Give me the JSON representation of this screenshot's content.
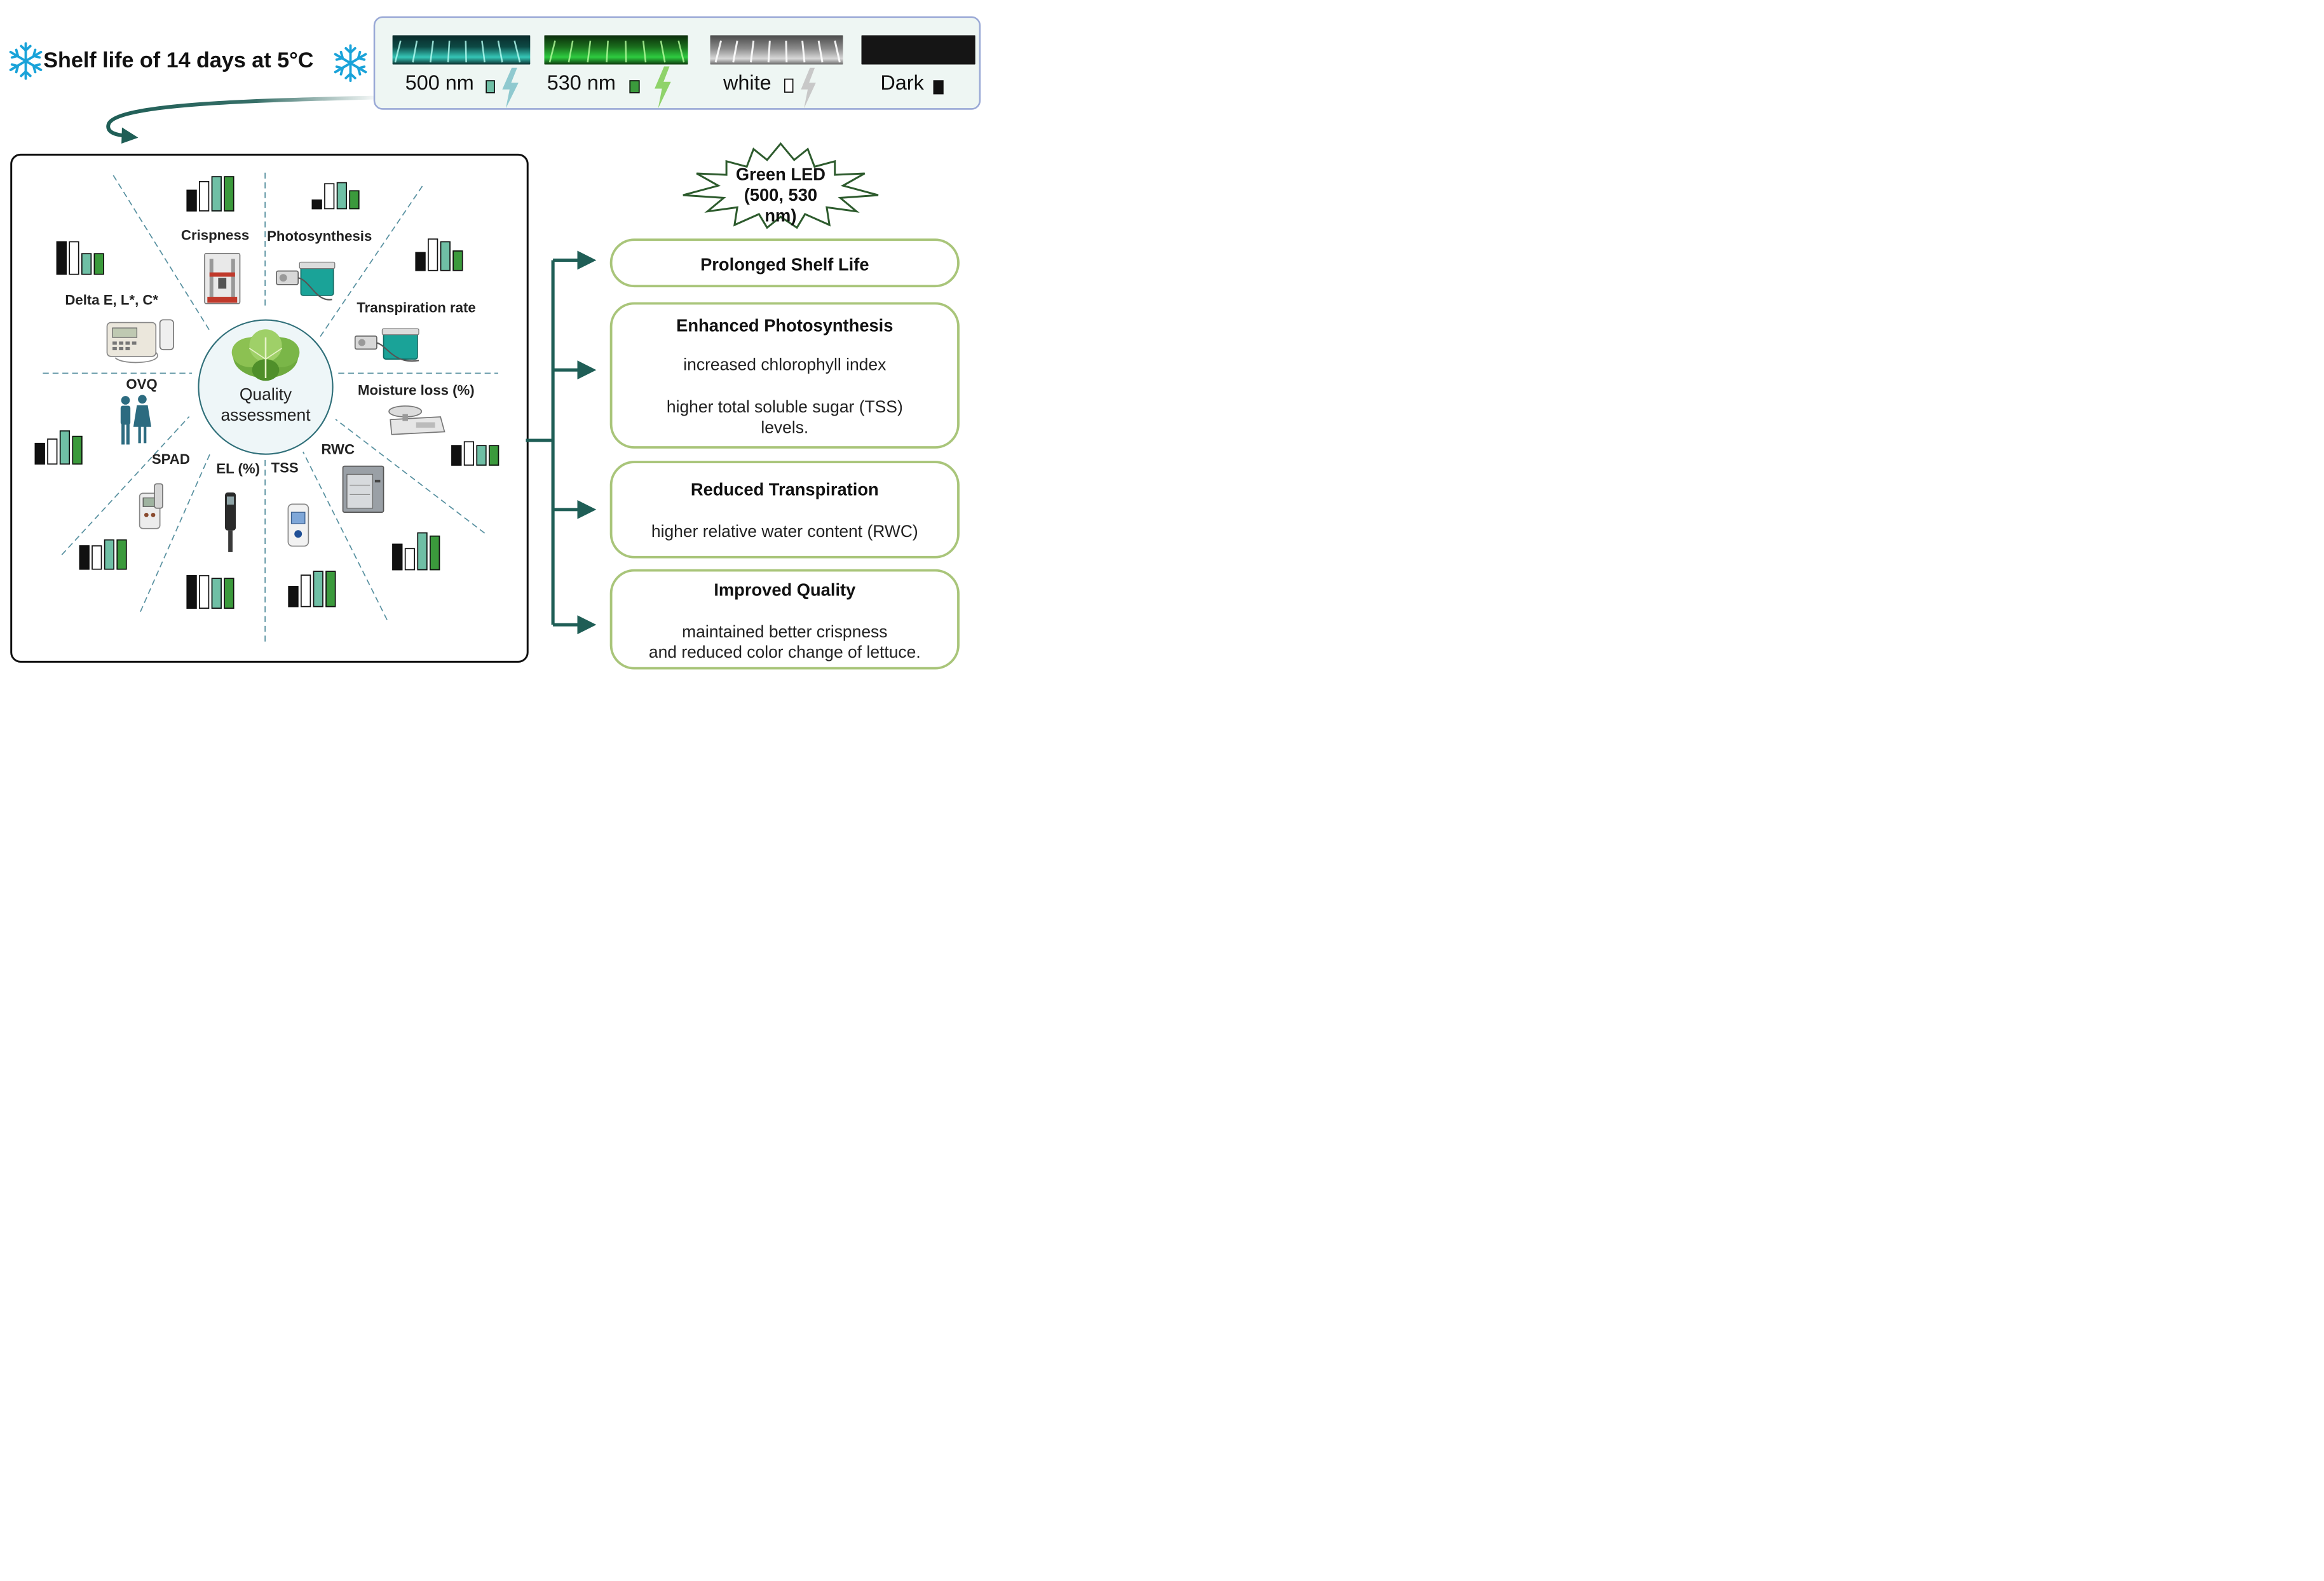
{
  "header": {
    "title": "Shelf life of 14 days at 5°C",
    "icons": [
      "snowflake-icon",
      "snowflake-icon"
    ]
  },
  "led_panel": {
    "treatments": [
      {
        "label": "500 nm",
        "strip_color": "#35c6b7",
        "swatch_color": "#6fbfa5",
        "bolt_color": "#8fc9cf"
      },
      {
        "label": "530 nm",
        "strip_color": "#2ecc40",
        "swatch_color": "#3b9a3c",
        "bolt_color": "#8fd36a"
      },
      {
        "label": "white",
        "strip_color": "#c9c9c9",
        "swatch_color": "#ffffff",
        "bolt_color": "#c8c8c8"
      },
      {
        "label": "Dark",
        "strip_color": "#111111",
        "swatch_color": "#111111",
        "bolt_color": ""
      }
    ]
  },
  "assessment": {
    "center_label_line1": "Quality",
    "center_label_line2": "assessment",
    "parameters": {
      "crispness": "Crispness",
      "photosynthesis": "Photosynthesis",
      "transpiration": "Transpiration rate",
      "color": "Delta E, L*, C*",
      "moisture": "Moisture loss (%)",
      "ovq": "OVQ",
      "rwc": "RWC",
      "spad": "SPAD",
      "el": "EL (%)",
      "tss": "TSS"
    }
  },
  "burst": {
    "line1": "Green LED",
    "line2": "(500, 530 nm)"
  },
  "results": [
    {
      "title": "Prolonged Shelf Life",
      "details": []
    },
    {
      "title": "Enhanced Photosynthesis",
      "details": [
        "increased chlorophyll index",
        "higher total soluble sugar (TSS)",
        "levels."
      ]
    },
    {
      "title": "Reduced Transpiration",
      "details": [
        "higher relative water content (RWC)"
      ]
    },
    {
      "title": "Improved Quality",
      "details": [
        "maintained better crispness",
        "and reduced color change of lettuce."
      ]
    }
  ],
  "colors": {
    "arrow": "#1f5e56",
    "dark": "#111111",
    "white": "#ffffff",
    "teal": "#6fbfa5",
    "green": "#3b9a3c",
    "result_border": "#a9c57a"
  }
}
